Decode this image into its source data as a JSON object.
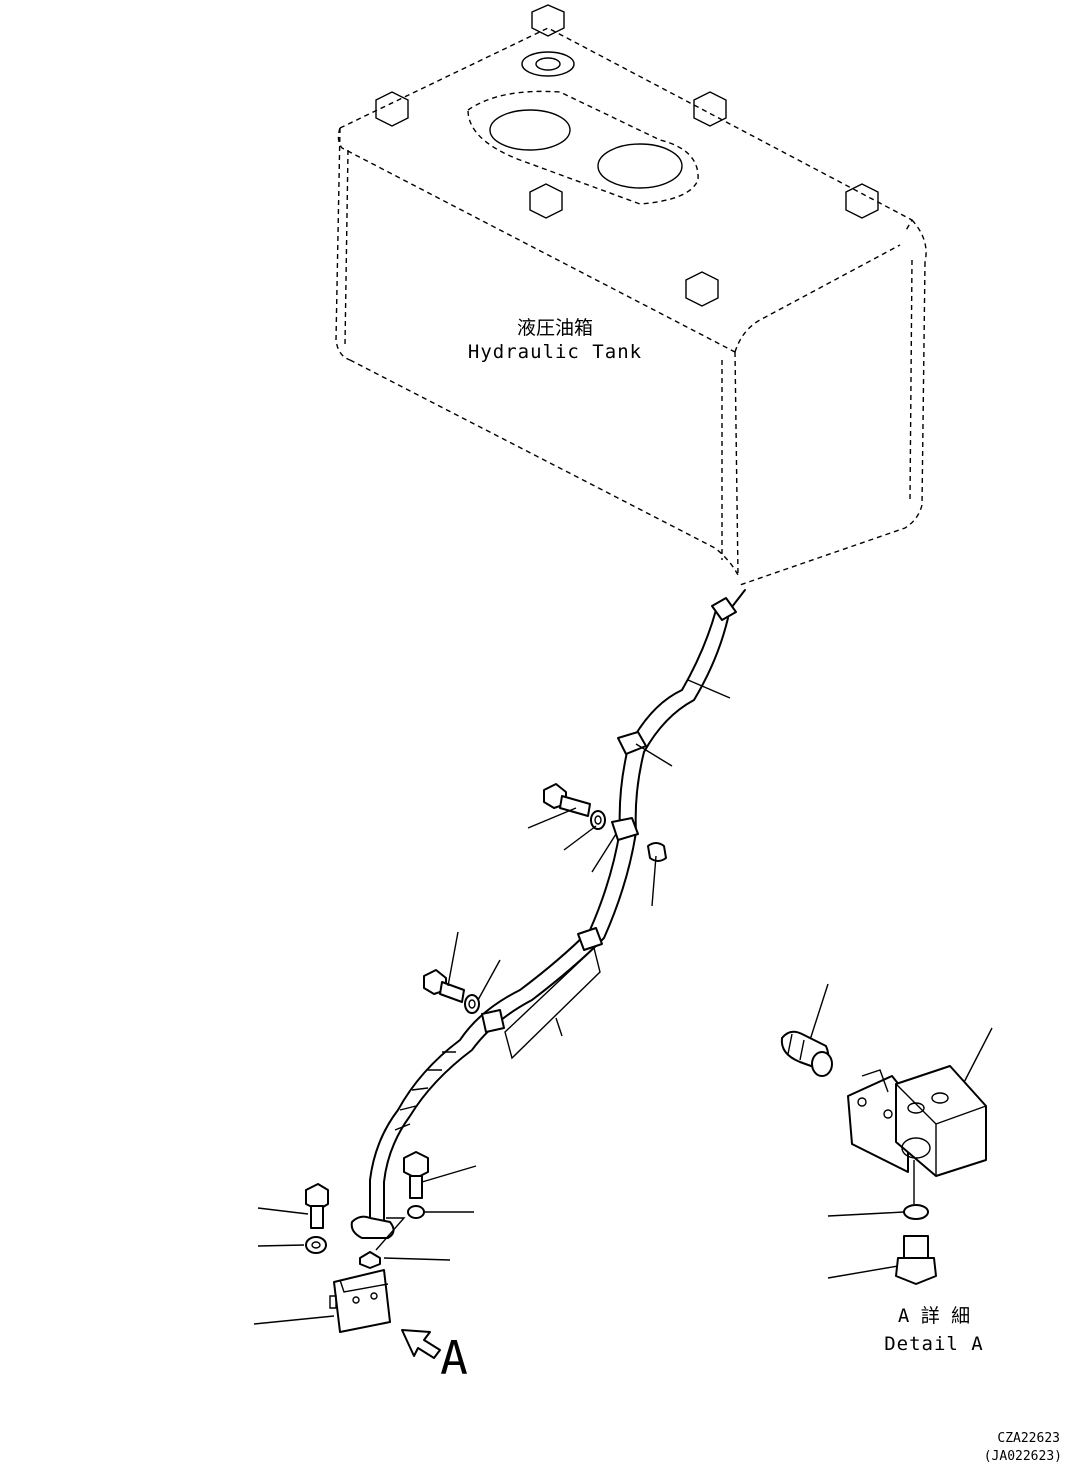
{
  "tank": {
    "label_jp": "液圧油箱",
    "label_en": "Hydraulic Tank"
  },
  "view_marker": "A",
  "detail": {
    "label_jp": "A 詳 細",
    "label_en": "Detail A"
  },
  "drawing_codes": {
    "primary": "CZA22623",
    "secondary": "(JA022623)"
  }
}
